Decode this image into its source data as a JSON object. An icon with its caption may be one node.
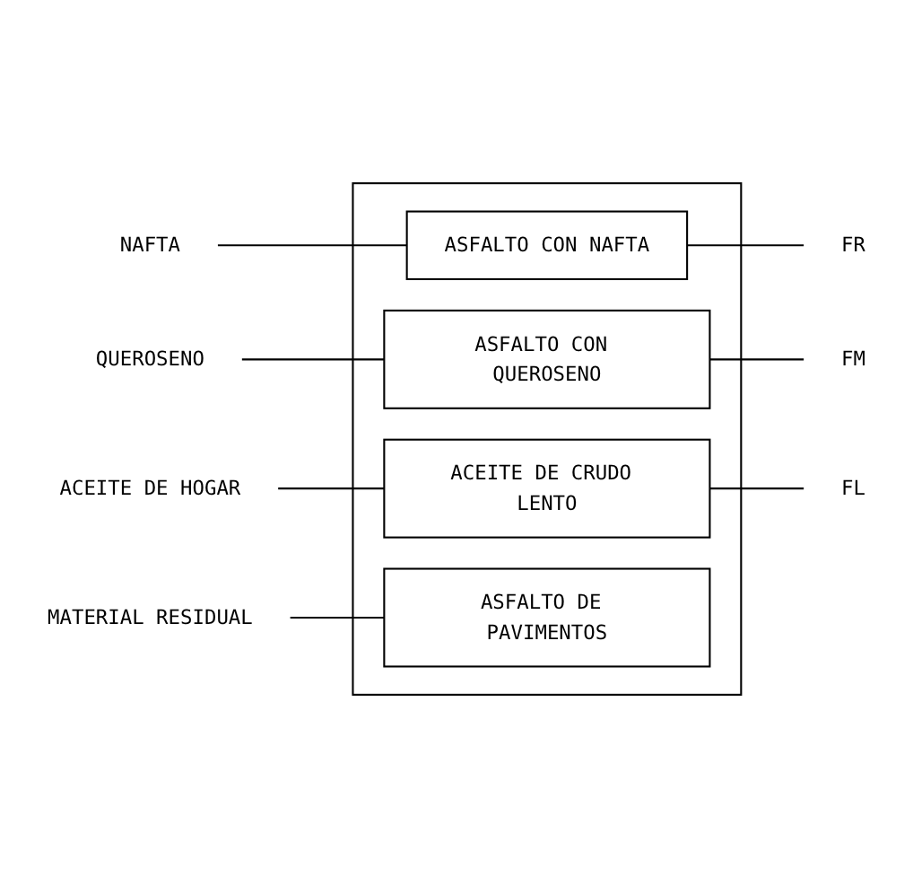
{
  "diagram": {
    "nodes": [
      {
        "text": [],
        "shape": "box"
      },
      {
        "text": [
          "NAFTA"
        ]
      },
      {
        "text": [
          "ASFALTO CON NAFTA"
        ],
        "in": 0
      },
      {
        "text": [
          "FR"
        ]
      },
      {
        "text": [
          "QUEROSENO"
        ]
      },
      {
        "text": [
          "ASFALTO CON QUEROSENO"
        ],
        "in": 0
      },
      {
        "text": [
          "FM"
        ]
      },
      {
        "text": [
          "ACEITE DE HOGAR"
        ]
      },
      {
        "text": [
          "ACEITE DE CRUDO LENTO"
        ],
        "in": 0
      },
      {
        "text": [
          "FL"
        ]
      },
      {
        "text": [
          "MATERIAL RESIDUAL"
        ]
      },
      {
        "text": [
          "ASFALTO DE PAVIMENTOS"
        ],
        "in": 0
      }
    ],
    "edges": [
      {
        "from": 1,
        "to": 2,
        "arrow": "none"
      },
      {
        "from": 2,
        "to": 3,
        "arrow": "none"
      },
      {
        "from": 4,
        "to": 5,
        "arrow": "none"
      },
      {
        "from": 5,
        "to": 6,
        "arrow": "none"
      },
      {
        "from": 7,
        "to": 8,
        "arrow": "none"
      },
      {
        "from": 8,
        "to": 9,
        "arrow": "none"
      },
      {
        "from": 10,
        "to": 11,
        "arrow": "none"
      }
    ]
  }
}
